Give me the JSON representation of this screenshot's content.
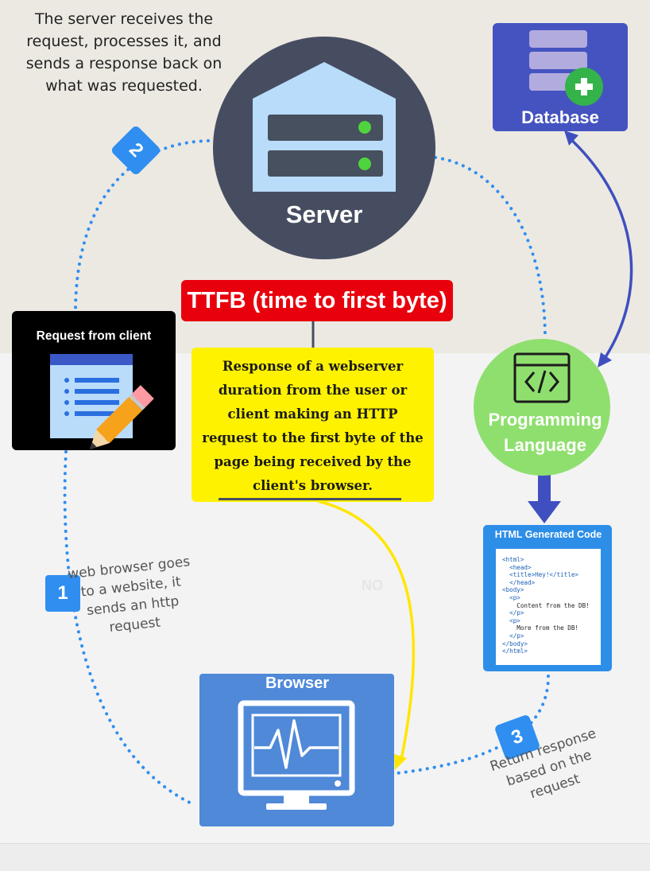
{
  "server": {
    "note": "The server receives the request, processes it, and sends a response back on what was requested.",
    "label": "Server"
  },
  "database": {
    "label": "Database"
  },
  "ttfb": {
    "title": "TTFB (time to first byte)",
    "definition": "Response of a webserver duration from the user or client making an HTTP request to the first byte of the page being received by the client's browser."
  },
  "request": {
    "title": "Request from client"
  },
  "programming": {
    "label": "Programming Language"
  },
  "html_code": {
    "title": "HTML Generated Code",
    "lines": [
      "<html>",
      "  <head>",
      "  <title>Hey!</title>",
      "  </head>",
      "<body>",
      "  <p>",
      "    Content from the DB!",
      "  </p>",
      "  <p>",
      "    More from the DB!",
      "  </p>",
      "</body>",
      "</html>"
    ]
  },
  "steps": [
    {
      "number": "1",
      "text": "web browser goes to a website, it sends an http request"
    },
    {
      "number": "2",
      "text": ""
    },
    {
      "number": "3",
      "text": "Return response based on the request"
    }
  ],
  "browser": {
    "label": "Browser"
  },
  "watermark": "NO",
  "colors": {
    "server_circle": "#474d61",
    "database_box": "#4553c1",
    "ttfb_red": "#e8000d",
    "definition_yellow": "#fff200",
    "programming_green": "#8fdf6f",
    "html_blue": "#2d8ee8",
    "browser_blue": "#4f89d8",
    "step_badge": "#2f8ef0",
    "dotted_path": "#2f8ef0",
    "arrow_indigo": "#3f4fc0",
    "arrow_yellow": "#ffe600"
  }
}
